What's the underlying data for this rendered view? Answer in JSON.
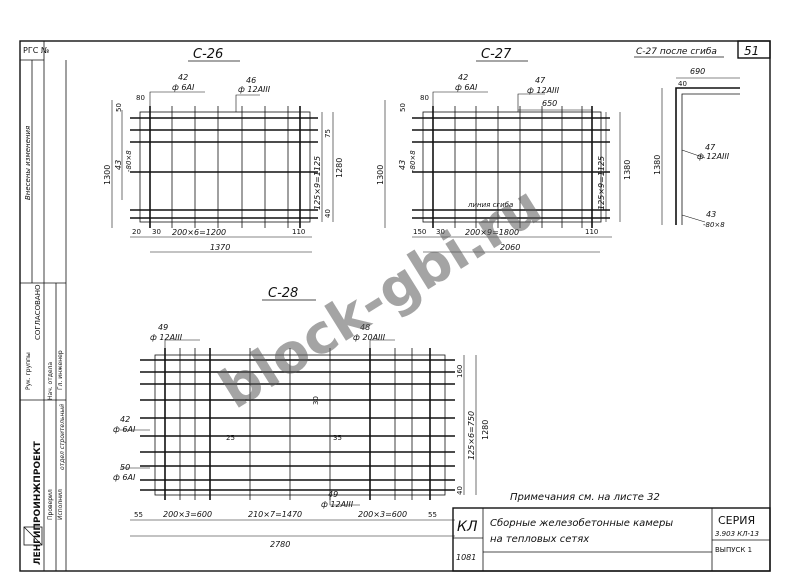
{
  "sheet": {
    "sheet_number": "51",
    "ref_label": "РГС №",
    "watermark": "block-gbi.ru",
    "note": "Примечания  см. на листе 32",
    "stamp": {
      "code": "КЛ",
      "title_line1": "Сборные железобетонные камеры",
      "title_line2": "на тепловых сетях",
      "series_label": "СЕРИЯ",
      "series_code": "3.903 КЛ-13",
      "issue": "ВЫПУСК 1",
      "issue_num": "1081"
    },
    "left_column": {
      "org": "ЛЕНГИПРОИНЖПРОЕКТ",
      "agreed": "СОГЛАСОВАНО",
      "roles": [
        "Нач. отдела",
        "Гл. инженер",
        "Рук. группы",
        "Проверил",
        "Исполнил"
      ],
      "changes": "Внесены изменения",
      "dept": "отдел строительный"
    }
  },
  "c26": {
    "title": "С-26",
    "bar_top_left": "42",
    "bar_top_left_dia": "ф 6АI",
    "bar_top_right": "46",
    "bar_top_right_dia": "ф 12АIII",
    "plate": "43",
    "plate_size": "-80×8",
    "dim_80": "80",
    "dim_50": "50",
    "height": "1300",
    "inner_h": "1280",
    "pitch": "125×9=1125",
    "w_75": "75",
    "w_40": "40",
    "bottom_20": "20",
    "bottom_30": "30",
    "pitch_x": "200×6=1200",
    "end_110": "110",
    "length": "1370"
  },
  "c27": {
    "title": "С-27",
    "bar_top_left": "42",
    "bar_top_left_dia": "ф 6АI",
    "bar_top_right": "47",
    "bar_top_right_dia": "ф 12АIII",
    "len_650": "650",
    "plate": "43",
    "plate_size": "-80×8",
    "dim_80": "80",
    "dim_50": "50",
    "height": "1300",
    "inner_h": "1380",
    "pitch": "125×9=1125",
    "bend_line": "линия сгиба",
    "bottom_150": "150",
    "bottom_30": "30",
    "pitch_x": "200×9=1800",
    "end_110": "110",
    "length": "2060"
  },
  "c27bent": {
    "title": "С-27 после сгиба",
    "top_690": "690",
    "dim_40": "40",
    "bar": "47",
    "bar_dia": "ф 12АIII",
    "height": "1380",
    "plate": "43",
    "plate_size": "-80×8"
  },
  "c28": {
    "title": "С-28",
    "bar_a": "49",
    "bar_a_dia": "ф 12АIII",
    "bar_b": "48",
    "bar_b_dia": "ф 20АIII",
    "bar_c": "42",
    "bar_c_dia": "ф 6АI",
    "bar_d": "50",
    "bar_d_dia": "ф 6АI",
    "bar_e": "49",
    "bar_e_dia": "ф 12АIII",
    "d25": "25",
    "d35": "35",
    "d30": "30",
    "right_pitch": "125×6=750",
    "right_h": "1280",
    "r160": "160",
    "r40": "40",
    "seg1": "200×3=600",
    "seg2": "210×7=1470",
    "seg3": "200×3=600",
    "end_55a": "55",
    "end_55b": "55",
    "length": "2780"
  }
}
